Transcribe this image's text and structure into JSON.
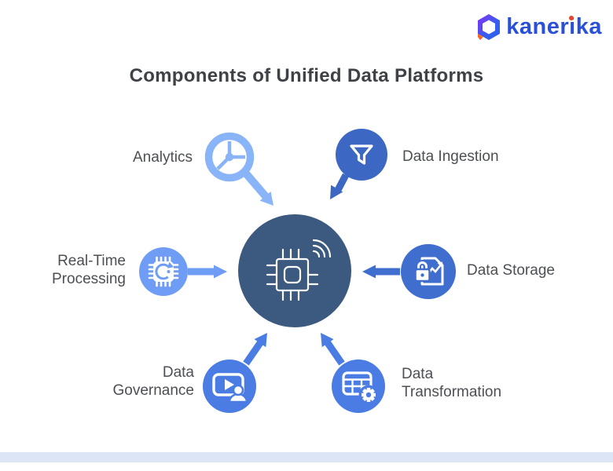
{
  "logo": {
    "brand": "kanerika",
    "icon": "kanerika-cube-icon",
    "brand_color": "#2b50d8",
    "i_dot_color": "#e8432b"
  },
  "title": "Components of Unified Data Platforms",
  "hub": {
    "icon": "cpu-chip-wifi-icon",
    "color": "#3c5a7f"
  },
  "nodes": [
    {
      "label": "Analytics",
      "icon": "magnifier-pie-chart-icon",
      "color": "#8ab4f8",
      "position": "top-left"
    },
    {
      "label": "Data Ingestion",
      "icon": "funnel-icon",
      "color": "#3c68c3",
      "position": "top-right"
    },
    {
      "label": "Real-Time Processing",
      "icon": "chip-gauge-icon",
      "color": "#6f9df6",
      "position": "left"
    },
    {
      "label": "Data Storage",
      "icon": "secure-document-chart-icon",
      "color": "#3f6ecf",
      "position": "right"
    },
    {
      "label": "Data Governance",
      "icon": "media-player-user-icon",
      "color": "#4a7ce4",
      "position": "bottom-left"
    },
    {
      "label": "Data Transformation",
      "icon": "data-table-gear-icon",
      "color": "#4a7ce4",
      "position": "bottom-right"
    }
  ],
  "text_colors": {
    "title": "#3e4145",
    "label": "#4c4f54"
  },
  "footer": {
    "accent_bar_color": "#dce5f5"
  }
}
